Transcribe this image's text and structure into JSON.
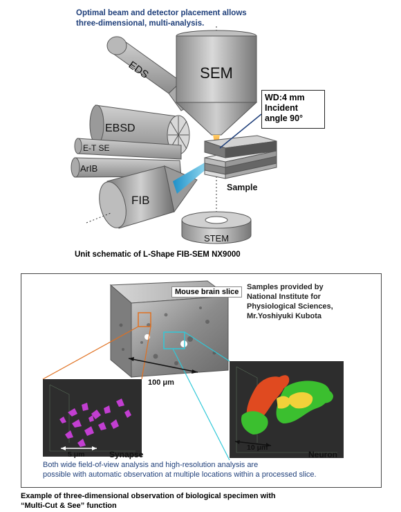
{
  "top_caption": {
    "line1": "Optimal beam and detector placement allows",
    "line2": "three-dimensional, multi-analysis."
  },
  "schematic": {
    "sem": "SEM",
    "eds": "EDS",
    "ebsd": "EBSD",
    "et_se": "E-T SE",
    "arib": "ArIB",
    "fib": "FIB",
    "stem": "STEM",
    "sample": "Sample",
    "wd_line1": "WD:4 mm",
    "wd_line2": "Incident",
    "wd_line3": "angle 90°"
  },
  "unit_caption": "Unit schematic of L-Shape FIB-SEM NX9000",
  "example": {
    "mouse_brain": "Mouse brain slice",
    "provider_line1": "Samples provided by",
    "provider_line2": "National Institute for",
    "provider_line3": "Physiological Sciences,",
    "provider_line4": "Mr.Yoshiyuki Kubota",
    "scale_100": "100 μm",
    "scale_5": "5 μm",
    "synapse": "Synapse",
    "scale_10": "10 μm",
    "neuron": "Neuron",
    "note_line1": "Both wide field-of-view analysis and high-resolution analysis are",
    "note_line2": "possible with automatic observation at multiple locations within a processed slice."
  },
  "bottom_caption": {
    "line1": "Example of three-dimensional observation of biological specimen with",
    "line2": "“Multi-Cut & See” function"
  }
}
